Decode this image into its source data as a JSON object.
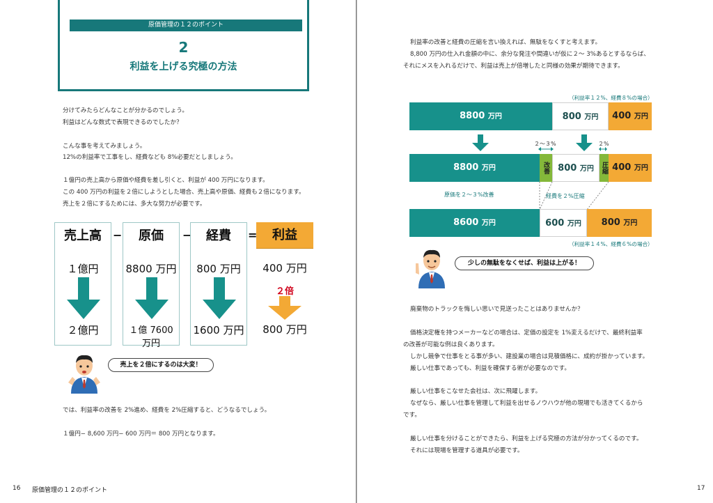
{
  "left": {
    "title_banner": "原価管理の１２のポイント",
    "title_number": "2",
    "title_main": "利益を上げる究極の方法",
    "paragraphs": [
      "分けてみたらどんなことが分かるのでしょう。",
      "利益はどんな数式で表現できるのでしたか？",
      "こんな事を考えてみましょう。",
      "12%の利益率で工事をし、経費なども 8%必要だとしましょう。",
      "１億円の売上高から原価や経費を差し引くと、利益が 400 万円になります。",
      "この 400 万円の利益を２倍にしようとした場合、売上高や原価、経費も２倍になります。",
      "売上を２倍にするためには、多大な努力が必要です。"
    ],
    "formula": {
      "columns": [
        {
          "head": "売上高",
          "v1": "１億円",
          "v2": "２億円"
        },
        {
          "head": "原価",
          "v1": "8800 万円",
          "v2": "１億 7600 万円"
        },
        {
          "head": "経費",
          "v1": "800 万円",
          "v2": "1600 万円"
        },
        {
          "head": "利益",
          "v1": "400 万円",
          "v2": "800 万円"
        }
      ],
      "op_minus": "−",
      "op_equals": "=",
      "double_label": "２倍"
    },
    "bubble": "売上を２倍にするのは大変！",
    "after": [
      "では、利益率の改善を 2%進め、経費を 2%圧縮すると、どうなるでしょう。",
      "１億円− 8,600 万円− 600 万円＝ 800 万円となります。"
    ],
    "page_number": "16",
    "footer_title": "原価管理の１２のポイント"
  },
  "right": {
    "intro": [
      "利益率の改善と経費の圧縮を言い換えれば、無駄をなくすと考えます。",
      "8,800 万円の仕入れ金額の中に、余分な発注や間違いが仮に２〜 3%あるとするならば、",
      "それにメスを入れるだけで、利益は売上が倍増したと同様の効果が期待できます。"
    ],
    "note_top": "（利益率１２%、経費８%の場合）",
    "bar1": {
      "a": "8800",
      "b": "800",
      "c": "400",
      "unit": "万円"
    },
    "range_label_a": "２〜３%",
    "range_label_b": "２%",
    "bar2": {
      "a": "8800",
      "kai": "改善",
      "b": "800",
      "atsu": "圧縮",
      "c": "400",
      "unit": "万円"
    },
    "label_cost": "原価を２〜３%改善",
    "label_exp": "経費を２%圧縮",
    "bar3": {
      "a": "8600",
      "b": "600",
      "c": "800",
      "unit": "万円"
    },
    "note_bottom": "（利益率１４%、経費６%の場合）",
    "bubble": "少しの無駄をなくせば、利益は上がる！",
    "paragraphs": [
      "廃棄物のトラックを悔しい思いで見送ったことはありませんか？",
      "価格決定権を持つメーカーなどの場合は、定価の設定を 1%変えるだけで、最終利益率",
      "の改善が可能な例は良くあります。",
      "しかし競争で仕事をとる事が多い、建設業の場合は見積価格に、成約が掛かっています。",
      "厳しい仕事であっても、利益を確保する術が必要なのです。",
      "厳しい仕事をこなせた会社は、次に飛躍します。",
      "なぜなら、厳しい仕事を管理して利益を出せるノウハウが他の現場でも活きてくるから",
      "です。",
      "厳しい仕事を分けることができたら、利益を上げる究極の方法が分かってくるのです。",
      "それには現場を管理する道具が必要です。"
    ],
    "page_number": "17"
  },
  "colors": {
    "teal": "#17918b",
    "orange": "#f3a935",
    "green": "#84b83a",
    "red": "#d0021b"
  }
}
